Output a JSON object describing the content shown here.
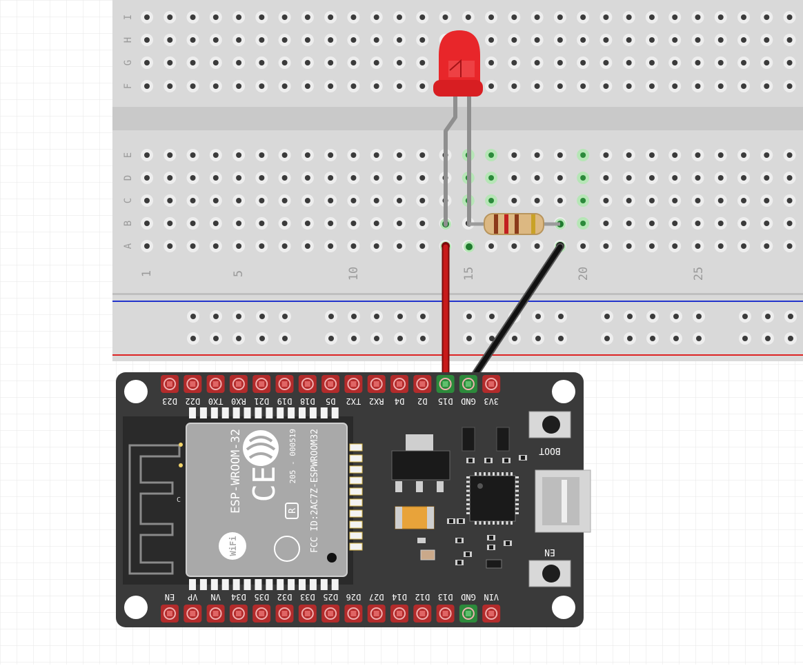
{
  "breadboard": {
    "rows_top": [
      "I",
      "H",
      "G",
      "F"
    ],
    "rows_bottom": [
      "E",
      "D",
      "C",
      "B",
      "A"
    ],
    "column_numbers": [
      "1",
      "5",
      "10",
      "15",
      "20",
      "25"
    ]
  },
  "board": {
    "top_pins": [
      "D23",
      "D22",
      "TX0",
      "RX0",
      "D21",
      "D19",
      "D18",
      "D5",
      "TX2",
      "RX2",
      "D4",
      "D2",
      "D15",
      "GND",
      "3V3"
    ],
    "bottom_pins": [
      "EN",
      "VP",
      "VN",
      "D34",
      "D35",
      "D32",
      "D33",
      "D25",
      "D26",
      "D27",
      "D14",
      "D12",
      "D13",
      "GND",
      "VIN"
    ],
    "module_name": "ESP-WROOM-32",
    "module_code": "205 - 000519",
    "fcc_id": "FCC ID:2AC7Z-ESPWROOM32",
    "boot_label": "BOOT",
    "en_label": "EN",
    "r_mark": "R"
  },
  "colors": {
    "breadboard": "#d9d9d9",
    "board": "#3a3a3a",
    "pin_red": "#b32b2b",
    "pin_green": "#2c8a3b",
    "led": "#e8262a",
    "wire_red": "#c81a1a",
    "wire_black": "#111111",
    "rail_blue": "#2233cc",
    "rail_red": "#dd2222"
  }
}
